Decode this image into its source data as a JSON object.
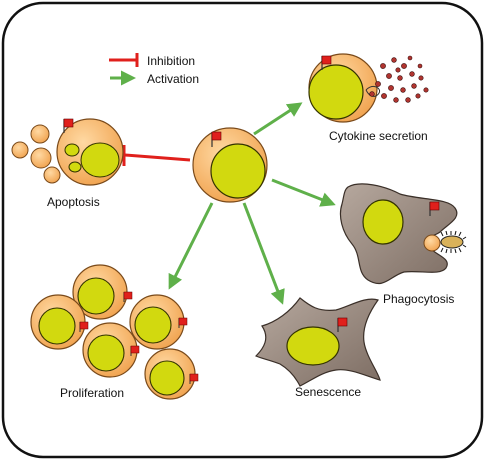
{
  "legend": {
    "inhibition_label": "Inhibition",
    "activation_label": "Activation"
  },
  "labels": {
    "apoptosis": "Apoptosis",
    "cytokine_secretion": "Cytokine secretion",
    "phagocytosis": "Phagocytosis",
    "proliferation": "Proliferation",
    "senescence": "Senescence"
  },
  "colors": {
    "frame": "#111111",
    "cell_fill": "#f6b46a",
    "cell_stroke": "#7a4a1a",
    "nucleus_fill": "#d2d90f",
    "nucleus_stroke": "#333300",
    "receptor_red": "#e0201c",
    "activation_green": "#5fb04a",
    "inhibition_red": "#e0201c",
    "irregular_cell_fill": "#9a8a80",
    "cytokine_fill": "#b0342f"
  }
}
